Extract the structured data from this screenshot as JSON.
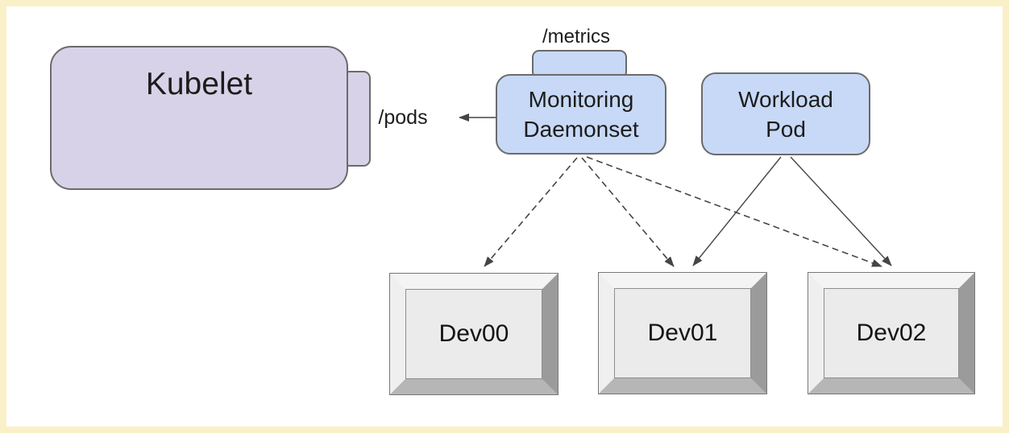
{
  "diagram": {
    "background_color": "#ffffff",
    "frame_color": "#faf0c8",
    "node_border_color": "#6b6b6b",
    "arrow_color": "#454545",
    "nodes": {
      "kubelet": {
        "label": "Kubelet",
        "fill": "#d8d2e8",
        "shape": "rounded-rect-with-side-tab"
      },
      "pods_endpoint": {
        "label": "/pods"
      },
      "metrics_endpoint": {
        "label": "/metrics"
      },
      "monitoring_daemonset": {
        "label": "Monitoring\nDaemonset",
        "fill": "#c7d9f6",
        "shape": "rounded-rect-with-top-tab"
      },
      "workload_pod": {
        "label": "Workload\nPod",
        "fill": "#c7d9f6",
        "shape": "rounded-rect"
      },
      "devices": [
        {
          "label": "Dev00",
          "fill": "#ebebeb",
          "shape": "3d-bevel-box"
        },
        {
          "label": "Dev01",
          "fill": "#ebebeb",
          "shape": "3d-bevel-box"
        },
        {
          "label": "Dev02",
          "fill": "#ebebeb",
          "shape": "3d-bevel-box"
        }
      ]
    },
    "edges": [
      {
        "from": "monitoring_daemonset",
        "to": "pods_endpoint",
        "style": "solid",
        "arrowhead": "end"
      },
      {
        "from": "monitoring_daemonset",
        "to": "Dev00",
        "style": "dashed",
        "arrowhead": "end"
      },
      {
        "from": "monitoring_daemonset",
        "to": "Dev01",
        "style": "dashed",
        "arrowhead": "end"
      },
      {
        "from": "monitoring_daemonset",
        "to": "Dev02",
        "style": "dashed",
        "arrowhead": "end"
      },
      {
        "from": "workload_pod",
        "to": "Dev01",
        "style": "solid",
        "arrowhead": "end"
      },
      {
        "from": "workload_pod",
        "to": "Dev02",
        "style": "solid",
        "arrowhead": "end"
      }
    ]
  }
}
